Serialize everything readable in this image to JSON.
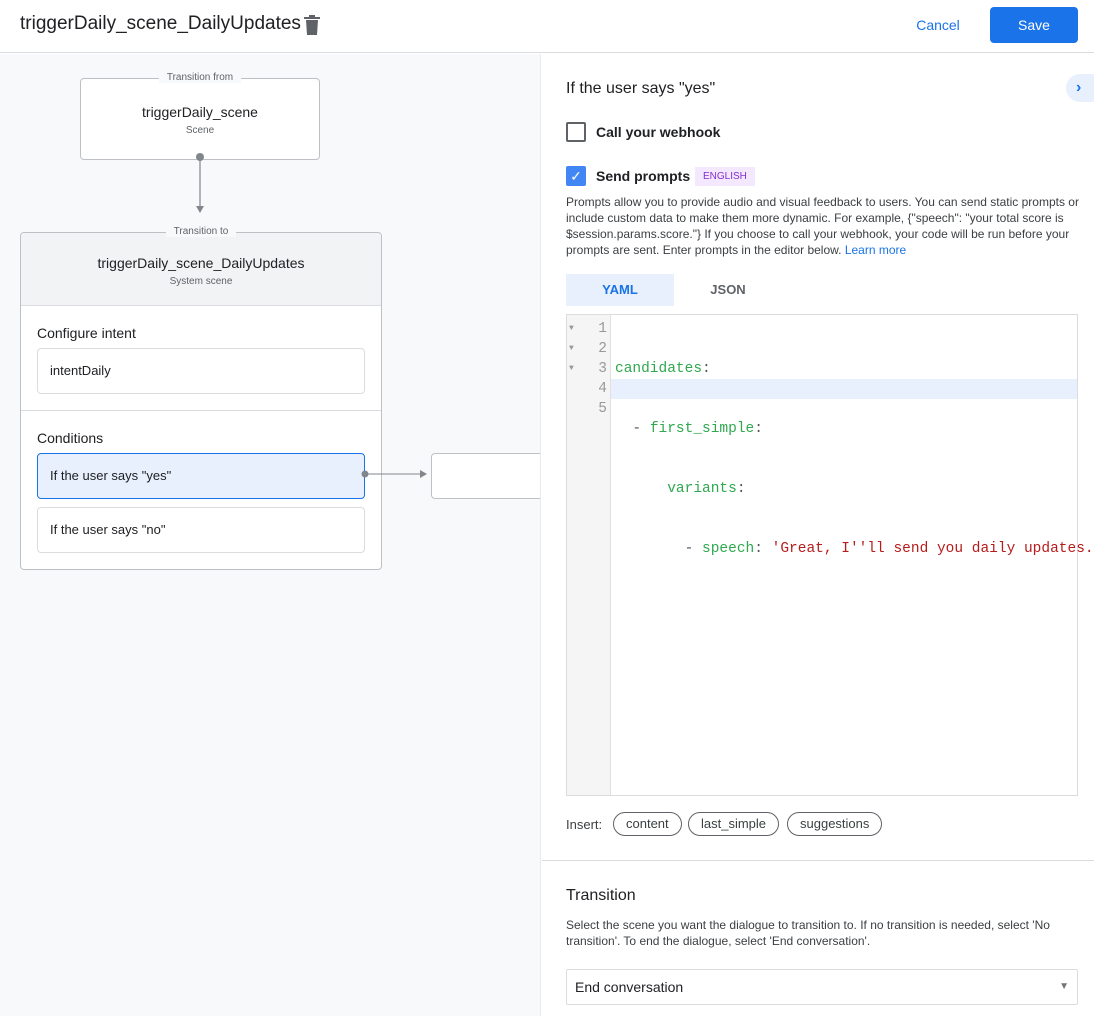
{
  "header": {
    "title": "triggerDaily_scene_DailyUpdates",
    "cancel": "Cancel",
    "save": "Save",
    "accent": "#1a73e8"
  },
  "canvas": {
    "from": {
      "legend": "Transition from",
      "name": "triggerDaily_scene",
      "type": "Scene"
    },
    "to": {
      "legend": "Transition to",
      "name": "triggerDaily_scene_DailyUpdates",
      "type": "System scene",
      "intent_label": "Configure intent",
      "intent": "intentDaily",
      "conditions_label": "Conditions",
      "conditions": [
        "If the user says \"yes\"",
        "If the user says \"no\""
      ]
    }
  },
  "panel": {
    "title": "If the user says \"yes\"",
    "webhook": {
      "label": "Call your webhook",
      "checked": false
    },
    "prompts": {
      "label": "Send prompts",
      "checked": true,
      "badge": "ENGLISH",
      "description": "Prompts allow you to provide audio and visual feedback to users. You can send static prompts or include custom data to make them more dynamic. For example, {\"speech\": \"your total score is $session.params.score.\"} If you choose to call your webhook, your code will be run before your prompts are sent. Enter prompts in the editor below.",
      "learn_more": "Learn more"
    },
    "tabs": [
      "YAML",
      "JSON"
    ],
    "active_tab": "YAML",
    "code": {
      "line_numbers": [
        "1",
        "2",
        "3",
        "4",
        "5"
      ],
      "l1_key": "candidates",
      "l2_key": "first_simple",
      "l3_key": "variants",
      "l4_key": "speech",
      "l4_value": "'Great, I''ll send you daily updates."
    },
    "insert": {
      "label": "Insert:",
      "chips": [
        "content",
        "last_simple",
        "suggestions"
      ]
    },
    "transition": {
      "title": "Transition",
      "description": "Select the scene you want the dialogue to transition to. If no transition is needed, select 'No transition'. To end the dialogue, select 'End conversation'.",
      "selected": "End conversation"
    }
  }
}
